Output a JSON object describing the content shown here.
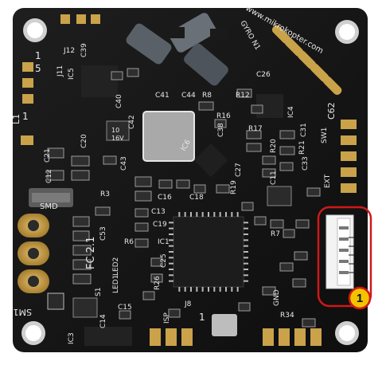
{
  "photo": {
    "subject": "Flight controller circuit board",
    "colors": {
      "board": "#141414",
      "gold": "#c9a24a",
      "highlight": "#d01818",
      "marker_fill": "#f2c400"
    }
  },
  "silkscreen": {
    "url": "www.mikrokopter.com",
    "board_name": "FC 2.1",
    "ic_labels": [
      "IC5",
      "IC6",
      "IC3",
      "IC1",
      "IC4"
    ],
    "ref_labels": [
      "J12",
      "J11",
      "C39",
      "C40",
      "C41",
      "C44",
      "C42",
      "C43",
      "C20",
      "C21",
      "C12",
      "C13",
      "C19",
      "C16",
      "C18",
      "C53",
      "C25",
      "C33",
      "C31",
      "C38",
      "C62",
      "C26",
      "C27",
      "C14",
      "C15",
      "C11",
      "R3",
      "R6",
      "R7",
      "R8",
      "R12",
      "R16",
      "R17",
      "R19",
      "R20",
      "R21",
      "R26",
      "R34",
      "L1",
      "J8",
      "S1",
      "SW1",
      "SMD",
      "ISP",
      "GND",
      "EXT",
      "SM1",
      "GYRO N1",
      "LED2",
      "LED1"
    ],
    "small_numbers": [
      "1",
      "5",
      "1",
      "10",
      "16V",
      "1"
    ]
  },
  "connector_callout": {
    "pins": [
      "1",
      "2",
      "3",
      "4",
      "5"
    ],
    "marker_number": "1"
  }
}
